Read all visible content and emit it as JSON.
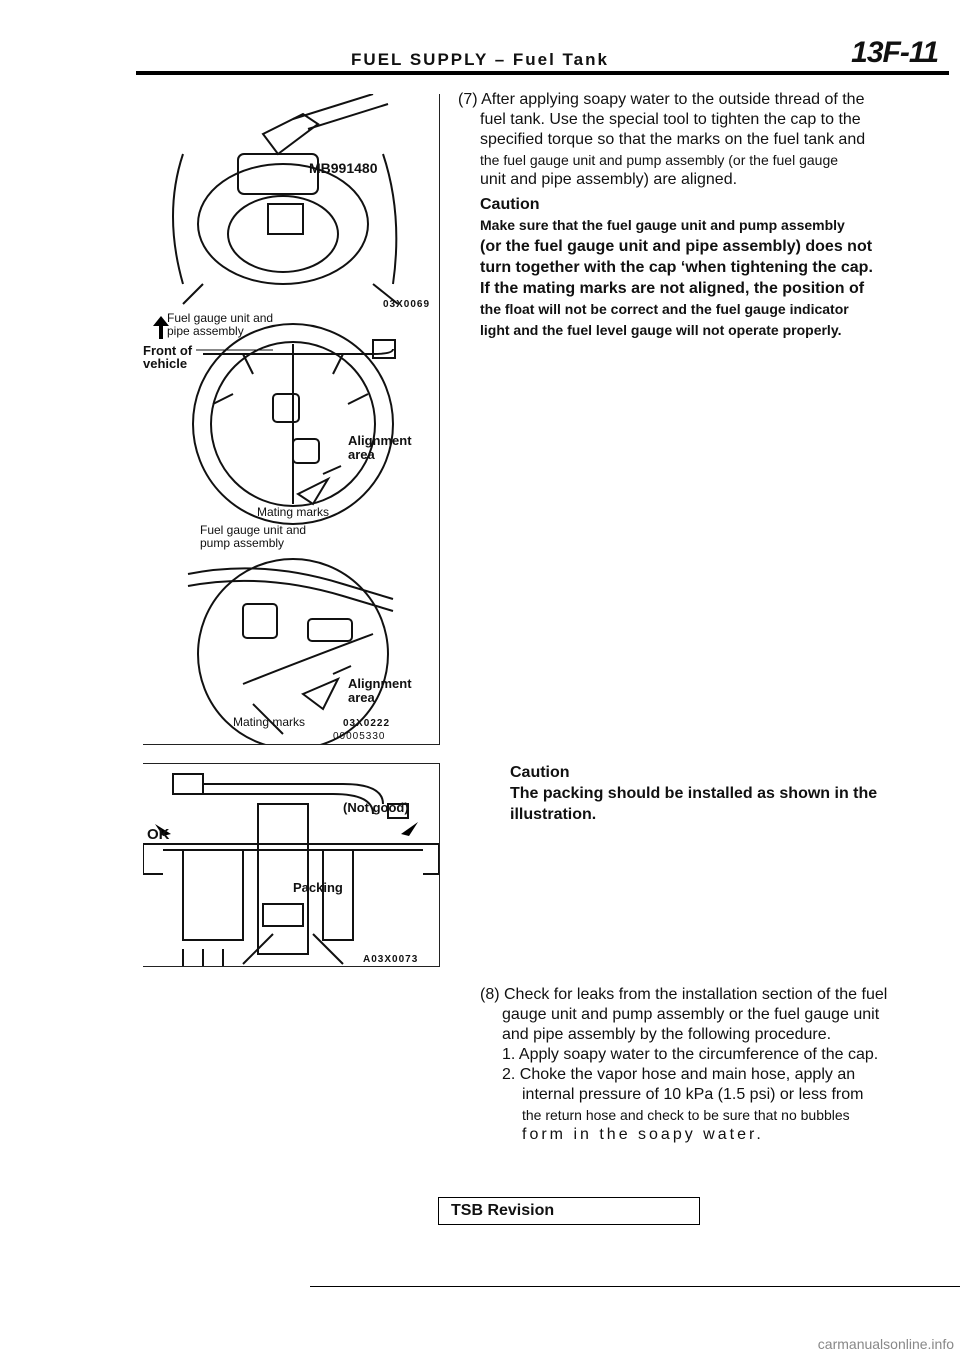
{
  "header": {
    "title": "FUEL SUPPLY – Fuel Tank",
    "page_number": "13F-11"
  },
  "figure_top": {
    "tool_label": "MB991480",
    "code_1": "03X0069",
    "label_gauge_pipe": "Fuel gauge unit and\npipe assembly",
    "label_front": "Front of\nvehicle",
    "label_alignment_1": "Alignment\narea",
    "label_mating_1": "Mating marks",
    "label_gauge_pump": "Fuel gauge unit and\npump assembly",
    "label_alignment_2": "Alignment\narea",
    "label_mating_2": "Mating marks",
    "code_2": "03X0222",
    "code_3": "00005330"
  },
  "figure_bottom": {
    "label_ok": "OK",
    "label_not_good": "(Not good)",
    "label_packing": "Packing",
    "code": "A03X0073"
  },
  "step7": {
    "line1": "(7) After applying soapy water to the outside thread of the",
    "line2": "fuel tank. Use the special tool to tighten the cap to the",
    "line3": "specified torque so that the marks on the fuel tank and",
    "line4": "the fuel gauge unit and pump assembly (or the fuel gauge",
    "line5": "unit and pipe assembly) are aligned."
  },
  "caution1": {
    "heading": "Caution",
    "line1": "Make sure that the fuel gauge unit and pump assembly",
    "line2": "(or the fuel gauge unit and pipe assembly) does not",
    "line3": "turn together with the cap ‘when tightening the cap.",
    "line4": "If the mating marks are not aligned, the position of",
    "line5": "the float will not be correct and the fuel gauge indicator",
    "line6": "light and the fuel level gauge will not operate properly."
  },
  "caution2": {
    "heading": "Caution",
    "line1": "The packing should be installed as shown in the",
    "line2": "illustration."
  },
  "step8": {
    "line1": "(8) Check for leaks from the installation section of the fuel",
    "line2": "gauge unit and pump assembly or the fuel gauge unit",
    "line3": "and pipe assembly by the following procedure.",
    "item1": "1. Apply soapy water to the circumference of the cap.",
    "item2a": "2. Choke the vapor hose and main hose, apply an",
    "item2b": "internal pressure of 10 kPa (1.5 psi) or less from",
    "item2c": "the return hose and check to be sure that no bubbles",
    "item2d": "form in the soapy water."
  },
  "footer": {
    "tsb_label": "TSB Revision",
    "watermark": "carmanualsonline.info"
  }
}
